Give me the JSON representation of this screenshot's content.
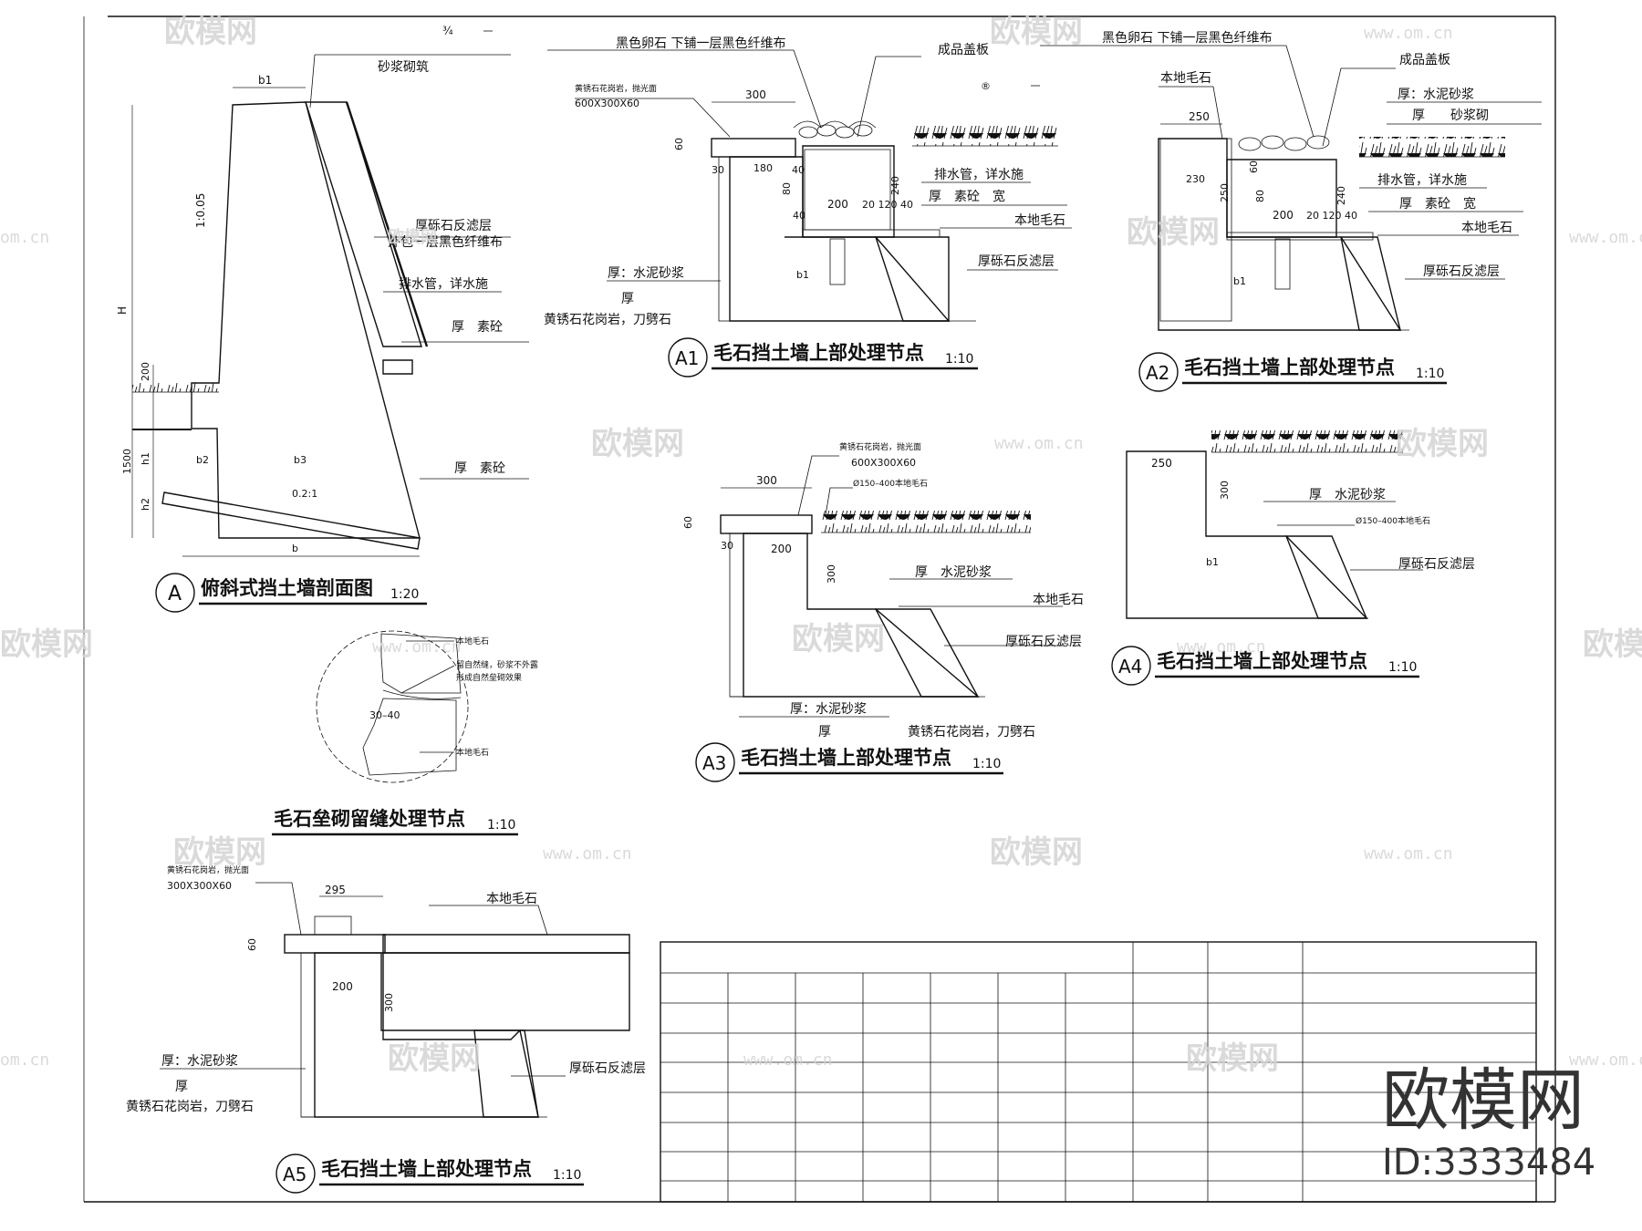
{
  "watermark": {
    "brand": "欧模网",
    "url": "www.om.cn",
    "url_short": "om.cn"
  },
  "branding": {
    "logo_text": "欧模网",
    "id_text": "ID:3333484"
  },
  "detail_A": {
    "marker": "A",
    "title": "俯斜式挡土墙剖面图",
    "scale": "1:20",
    "labels": {
      "mortar": "砂浆砌筑",
      "gravel_filter": "厚砾石反滤层",
      "fabric_wrap": "外包一层黑色纤维布",
      "drain_pipe": "排水管，详水施",
      "plain_concrete_top": "厚　素砼",
      "plain_concrete_base": "厚　素砼"
    },
    "dims": {
      "b1": "b1",
      "slope": "1:0.05",
      "H": "H",
      "d200": "200",
      "d1500": "1500",
      "h1": "h1",
      "h2": "h2",
      "b2": "b2",
      "b3": "b3",
      "base_slope": "0.2:1",
      "b": "b"
    }
  },
  "detail_A1": {
    "marker": "A1",
    "title": "毛石挡土墙上部处理节点",
    "scale": "1:10",
    "labels": {
      "cobble": "黑色卵石 下铺一层黑色纤维布",
      "cover": "成品盖板",
      "granite_top": "黄锈石花岗岩，抛光面",
      "granite_size": "600X300X60",
      "drain_pipe": "排水管，详水施",
      "plain_concrete": "厚　素砼　宽",
      "local_stone": "本地毛石",
      "gravel_filter": "厚砾石反滤层",
      "cement_mortar": "厚：水泥砂浆",
      "thick": "厚",
      "granite_side": "黄锈石花岗岩，刀劈石"
    },
    "dims": {
      "d300": "300",
      "d60": "60",
      "d30": "30",
      "d180": "180",
      "d40a": "40",
      "d80": "80",
      "d200": "200",
      "d20_120_40": "20 120 40",
      "d240": "240",
      "d40b": "40",
      "b1": "b1"
    }
  },
  "detail_A2": {
    "marker": "A2",
    "title": "毛石挡土墙上部处理节点",
    "scale": "1:10",
    "labels": {
      "cobble": "黑色卵石 下铺一层黑色纤维布",
      "cover": "成品盖板",
      "local_stone_top": "本地毛石",
      "cement_mortar": "厚：水泥砂浆",
      "mortar_masonry": "厚　　砂浆砌",
      "drain_pipe": "排水管，详水施",
      "plain_concrete": "厚　素砼　宽",
      "local_stone": "本地毛石",
      "gravel_filter": "厚砾石反滤层"
    },
    "dims": {
      "d250": "250",
      "d230": "230",
      "d250b": "250",
      "d60": "60",
      "d80": "80",
      "d200": "200",
      "d20_120_40": "20 120 40",
      "d240": "240",
      "b1": "b1"
    }
  },
  "detail_A3": {
    "marker": "A3",
    "title": "毛石挡土墙上部处理节点",
    "scale": "1:10",
    "labels": {
      "granite_top": "黄锈石花岗岩，抛光面",
      "granite_size": "600X300X60",
      "stone_size": "Ø150–400本地毛石",
      "cement_mortar": "厚　水泥砂浆",
      "local_stone": "本地毛石",
      "gravel_filter": "厚砾石反滤层",
      "cement_mortar_b": "厚：水泥砂浆",
      "thick": "厚",
      "granite_side": "黄锈石花岗岩，刀劈石"
    },
    "dims": {
      "d300": "300",
      "d60": "60",
      "d30": "30",
      "d200": "200",
      "d300v": "300"
    }
  },
  "detail_A4": {
    "marker": "A4",
    "title": "毛石挡土墙上部处理节点",
    "scale": "1:10",
    "labels": {
      "cement_mortar": "厚　水泥砂浆",
      "stone_size": "Ø150–400本地毛石",
      "gravel_filter": "厚砾石反滤层"
    },
    "dims": {
      "d250": "250",
      "d300": "300",
      "b1": "b1"
    }
  },
  "detail_A5": {
    "marker": "A5",
    "title": "毛石挡土墙上部处理节点",
    "scale": "1:10",
    "labels": {
      "granite_top": "黄锈石花岗岩，抛光面",
      "granite_size": "300X300X60",
      "local_stone": "本地毛石",
      "gravel_filter": "厚砾石反滤层",
      "cement_mortar": "厚：水泥砂浆",
      "thick": "厚",
      "granite_side": "黄锈石花岗岩，刀劈石"
    },
    "dims": {
      "d295": "295",
      "d60": "60",
      "d200": "200",
      "d300": "300"
    }
  },
  "detail_joint": {
    "title": "毛石垒砌留缝处理节点",
    "scale": "1:10",
    "labels": {
      "stone_top": "本地毛石",
      "joint_note_1": "留自然缝，砂浆不外露",
      "joint_note_2": "形成自然垒砌效果",
      "stone_bottom": "本地毛石"
    },
    "dims": {
      "gap": "30–40"
    }
  },
  "sheet_top": {
    "mark1": "¾",
    "mark2": "®"
  }
}
